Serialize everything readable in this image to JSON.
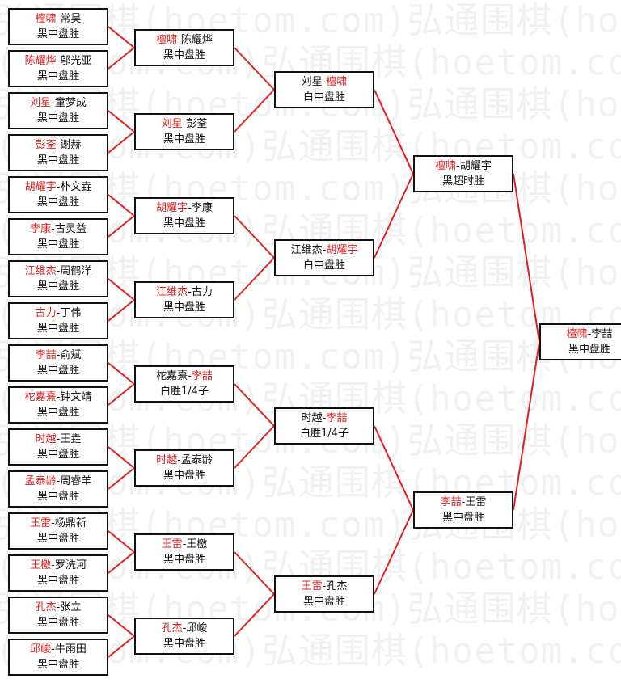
{
  "watermark": {
    "texts": [
      "弘通围棋(hoetom.com)弘通围棋(hoetom.com)弘通围棋",
      "(hoetom.com)弘通围棋(hoetom.com)弘通"
    ]
  },
  "colors": {
    "winner": "#e02020",
    "connector": "#e02020",
    "border": "#111111"
  },
  "bracket": {
    "r1": [
      {
        "p1": "檀啸",
        "p2": "常昊",
        "win": 1,
        "result": "黑中盘胜"
      },
      {
        "p1": "陈耀烨",
        "p2": "邬光亚",
        "win": 1,
        "result": "黑中盘胜"
      },
      {
        "p1": "刘星",
        "p2": "童梦成",
        "win": 1,
        "result": "黑中盘胜"
      },
      {
        "p1": "彭荃",
        "p2": "谢赫",
        "win": 1,
        "result": "黑中盘胜"
      },
      {
        "p1": "胡耀宇",
        "p2": "朴文垚",
        "win": 1,
        "result": "黑中盘胜"
      },
      {
        "p1": "李康",
        "p2": "古灵益",
        "win": 1,
        "result": "黑中盘胜"
      },
      {
        "p1": "江维杰",
        "p2": "周鹤洋",
        "win": 1,
        "result": "黑中盘胜"
      },
      {
        "p1": "古力",
        "p2": "丁伟",
        "win": 1,
        "result": "黑中盘胜"
      },
      {
        "p1": "李喆",
        "p2": "俞斌",
        "win": 1,
        "result": "黑中盘胜"
      },
      {
        "p1": "柁嘉熹",
        "p2": "钟文靖",
        "win": 1,
        "result": "黑中盘胜"
      },
      {
        "p1": "时越",
        "p2": "王垚",
        "win": 1,
        "result": "黑中盘胜"
      },
      {
        "p1": "孟泰龄",
        "p2": "周睿羊",
        "win": 1,
        "result": "黑中盘胜"
      },
      {
        "p1": "王雷",
        "p2": "杨鼎新",
        "win": 1,
        "result": "黑中盘胜"
      },
      {
        "p1": "王檄",
        "p2": "罗洗河",
        "win": 1,
        "result": "黑中盘胜"
      },
      {
        "p1": "孔杰",
        "p2": "张立",
        "win": 1,
        "result": "黑中盘胜"
      },
      {
        "p1": "邱峻",
        "p2": "牛雨田",
        "win": 1,
        "result": "黑中盘胜"
      }
    ],
    "r2": [
      {
        "p1": "檀啸",
        "p2": "陈耀烨",
        "win": 1,
        "result": "黑中盘胜"
      },
      {
        "p1": "刘星",
        "p2": "彭荃",
        "win": 1,
        "result": "黑中盘胜"
      },
      {
        "p1": "胡耀宇",
        "p2": "李康",
        "win": 1,
        "result": "黑中盘胜"
      },
      {
        "p1": "江维杰",
        "p2": "古力",
        "win": 1,
        "result": "黑中盘胜"
      },
      {
        "p1": "柁嘉熹",
        "p2": "李喆",
        "win": 2,
        "result": "白胜1/4子"
      },
      {
        "p1": "时越",
        "p2": "孟泰龄",
        "win": 1,
        "result": "黑中盘胜"
      },
      {
        "p1": "王雷",
        "p2": "王檄",
        "win": 1,
        "result": "黑中盘胜"
      },
      {
        "p1": "孔杰",
        "p2": "邱峻",
        "win": 1,
        "result": "黑中盘胜"
      }
    ],
    "r3": [
      {
        "p1": "刘星",
        "p2": "檀啸",
        "win": 2,
        "result": "白中盘胜"
      },
      {
        "p1": "江维杰",
        "p2": "胡耀宇",
        "win": 2,
        "result": "白中盘胜"
      },
      {
        "p1": "时越",
        "p2": "李喆",
        "win": 2,
        "result": "白胜1/4子"
      },
      {
        "p1": "王雷",
        "p2": "孔杰",
        "win": 1,
        "result": "黑中盘胜"
      }
    ],
    "r4": [
      {
        "p1": "檀啸",
        "p2": "胡耀宇",
        "win": 1,
        "result": "黑超时胜"
      },
      {
        "p1": "李喆",
        "p2": "王雷",
        "win": 1,
        "result": "黑中盘胜"
      }
    ],
    "final": [
      {
        "p1": "檀啸",
        "p2": "李喆",
        "win": 1,
        "result": "黑中盘胜"
      }
    ]
  }
}
